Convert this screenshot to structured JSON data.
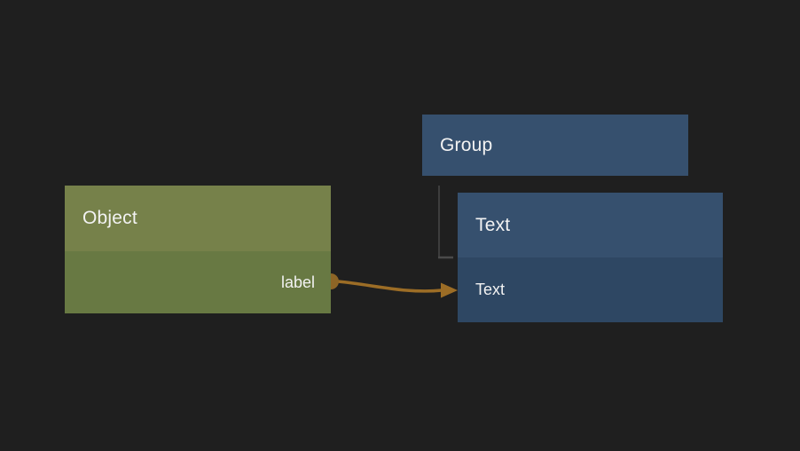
{
  "canvas": {
    "background_color": "#1f1f1f"
  },
  "nodes": {
    "object": {
      "title": "Object",
      "header_color": "#76814a",
      "body_color": "#687943",
      "output_label": "label"
    },
    "group": {
      "title": "Group",
      "header_color": "#36506e"
    },
    "text": {
      "title": "Text",
      "header_color": "#36506e",
      "row_label": "Text",
      "row_color": "#2e4763"
    }
  },
  "edge": {
    "line_color": "#9c6d26",
    "port_color": "#8d6526",
    "arrow_color": "#9c6d26"
  },
  "hierarchy_link": {
    "line_color": "#3d3d3d",
    "foot_color": "#4a4a4a",
    "tick_color": "#8b9199"
  },
  "text_color": "#f2f2f2"
}
